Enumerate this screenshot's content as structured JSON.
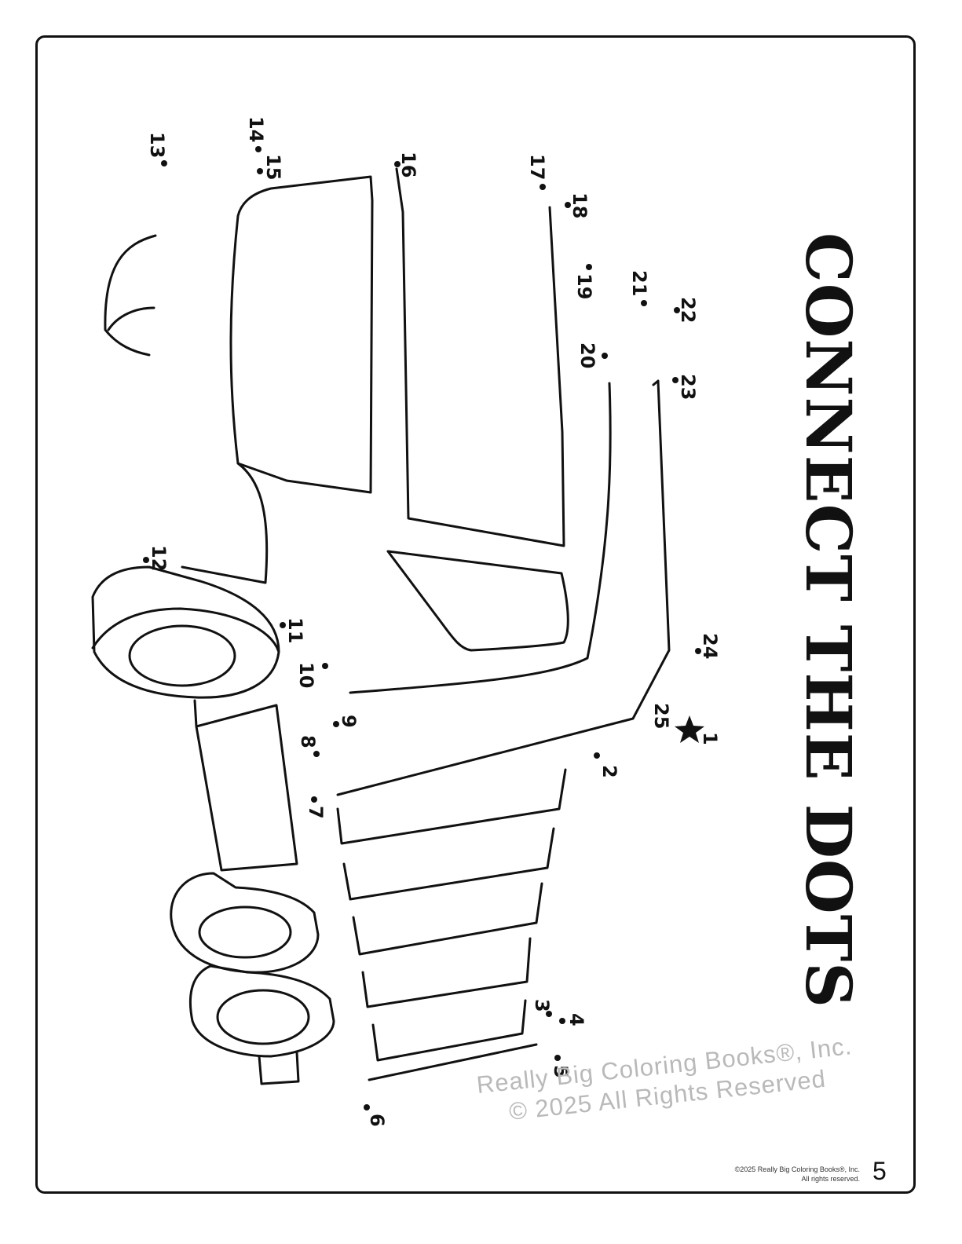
{
  "title": "CONNECT THE DOTS",
  "watermark": {
    "line1": "Really Big Coloring Books®, Inc.",
    "line2": "© 2025 All Rights Reserved"
  },
  "footer": {
    "copyright_line1": "©2025 Really Big Coloring Books®, Inc.",
    "copyright_line2": "All rights reserved.",
    "page_number": "5"
  },
  "dots": [
    {
      "n": 1,
      "label": "1",
      "start": true
    },
    {
      "n": 2,
      "label": "2"
    },
    {
      "n": 3,
      "label": "3"
    },
    {
      "n": 4,
      "label": "4"
    },
    {
      "n": 5,
      "label": "5"
    },
    {
      "n": 6,
      "label": "6"
    },
    {
      "n": 7,
      "label": "7"
    },
    {
      "n": 8,
      "label": "8"
    },
    {
      "n": 9,
      "label": "9"
    },
    {
      "n": 10,
      "label": "10"
    },
    {
      "n": 11,
      "label": "11"
    },
    {
      "n": 12,
      "label": "12"
    },
    {
      "n": 13,
      "label": "13"
    },
    {
      "n": 14,
      "label": "14"
    },
    {
      "n": 15,
      "label": "15"
    },
    {
      "n": 16,
      "label": "16"
    },
    {
      "n": 17,
      "label": "17"
    },
    {
      "n": 18,
      "label": "18"
    },
    {
      "n": 19,
      "label": "19"
    },
    {
      "n": 20,
      "label": "20"
    },
    {
      "n": 21,
      "label": "21"
    },
    {
      "n": 22,
      "label": "22"
    },
    {
      "n": 23,
      "label": "23"
    },
    {
      "n": 24,
      "label": "24"
    },
    {
      "n": 25,
      "label": "25"
    }
  ]
}
